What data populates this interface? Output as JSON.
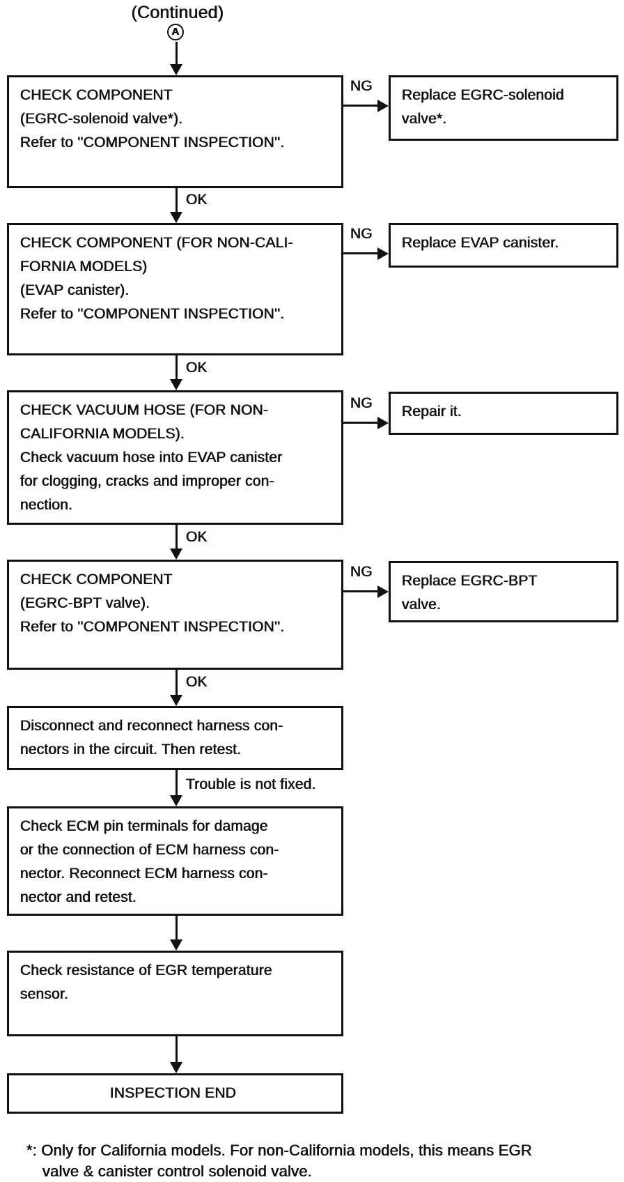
{
  "colors": {
    "ink": "#111111",
    "paper": "#ffffff"
  },
  "header": {
    "continued_label": "(Continued)",
    "connector_letter": "A"
  },
  "labels": {
    "ok": "OK",
    "ng": "NG",
    "trouble": "Trouble is not fixed."
  },
  "boxes": {
    "step1": "CHECK COMPONENT\n(EGRC-solenoid valve*).\nRefer to ''COMPONENT INSPECTION''.",
    "ng1": "Replace EGRC-solenoid\nvalve*.",
    "step2": "CHECK COMPONENT (FOR NON-CALI-\nFORNIA MODELS)\n(EVAP canister).\nRefer to ''COMPONENT INSPECTION''.",
    "ng2": "Replace EVAP canister.",
    "step3": "CHECK VACUUM HOSE (FOR NON-\nCALIFORNIA MODELS).\nCheck vacuum hose into EVAP canister\nfor clogging, cracks and improper con-\nnection.",
    "ng3": "Repair it.",
    "step4": "CHECK COMPONENT\n(EGRC-BPT valve).\nRefer to ''COMPONENT INSPECTION''.",
    "ng4": "Replace EGRC-BPT\nvalve.",
    "step5": "Disconnect and reconnect harness con-\nnectors in the circuit. Then retest.",
    "step6": "Check ECM pin terminals for damage\nor the connection of ECM harness con-\nnector. Reconnect ECM harness con-\nnector and retest.",
    "step7": "Check resistance of EGR temperature\nsensor.",
    "end": "INSPECTION END"
  },
  "footnote": "*: Only for California models. For non-California models, this means EGR\nvalve & canister control solenoid valve."
}
